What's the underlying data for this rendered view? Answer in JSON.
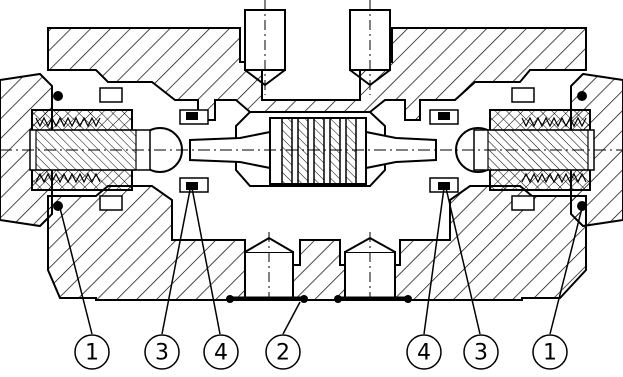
{
  "callouts": [
    {
      "label": "1"
    },
    {
      "label": "3"
    },
    {
      "label": "4"
    },
    {
      "label": "2"
    },
    {
      "label": "4"
    },
    {
      "label": "3"
    },
    {
      "label": "1"
    }
  ]
}
